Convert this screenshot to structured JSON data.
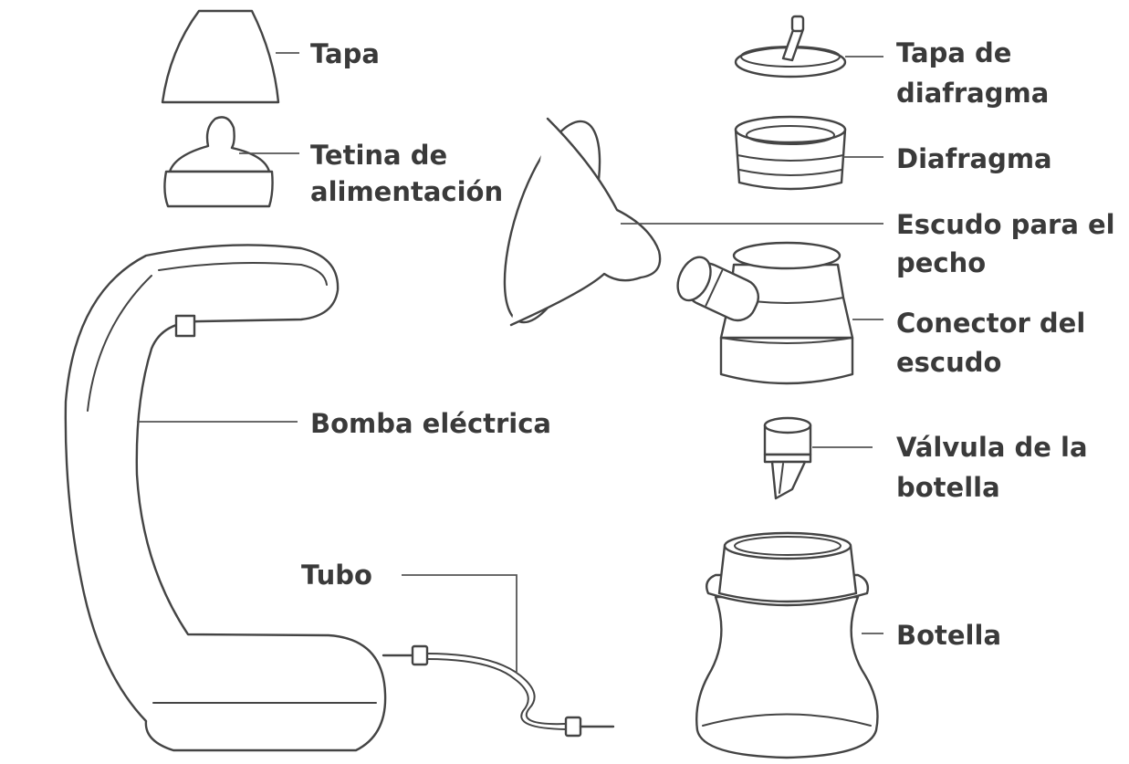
{
  "labels": {
    "tapa": "Tapa",
    "tetina_1": "Tetina de",
    "tetina_2": "alimentación",
    "bomba": "Bomba eléctrica",
    "tubo": "Tubo",
    "tapa_diafragma_1": "Tapa de",
    "tapa_diafragma_2": "diafragma",
    "diafragma": "Diafragma",
    "escudo_1": "Escudo para el",
    "escudo_2": "pecho",
    "conector_1": "Conector del",
    "conector_2": "escudo",
    "valvula_1": "Válvula de la",
    "valvula_2": "botella",
    "botella": "Botella"
  },
  "colors": {
    "line": "#444444",
    "text": "#3a3a3a",
    "background": "#ffffff"
  }
}
